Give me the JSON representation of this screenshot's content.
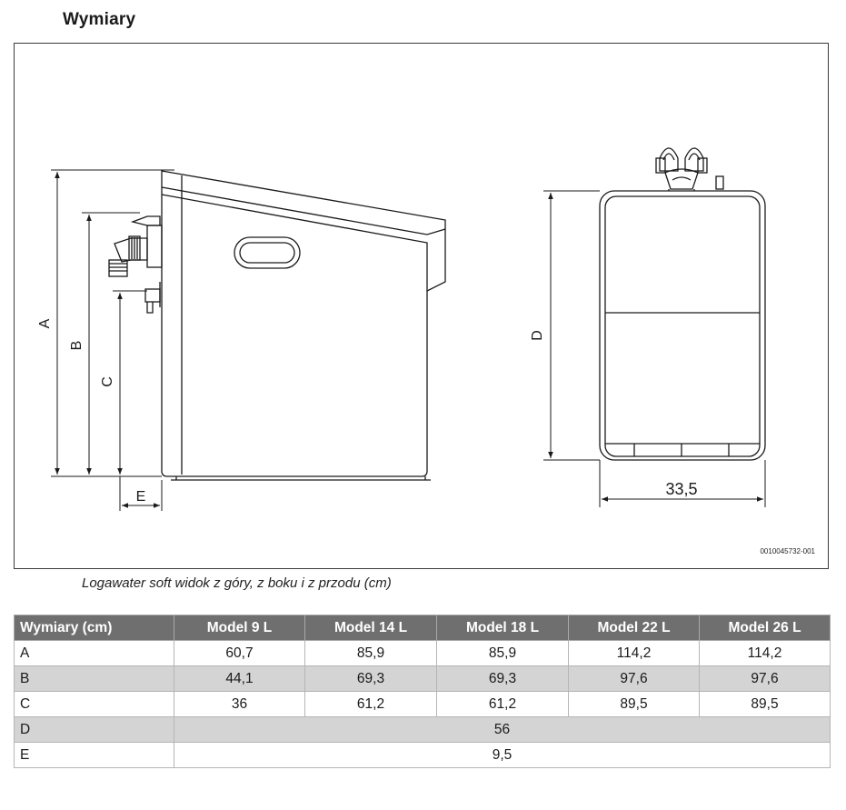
{
  "page": {
    "title": "Wymiary",
    "caption": "Logawater soft widok z góry, z boku i z przodu (cm)",
    "figure_code": "0010045732-001"
  },
  "drawing": {
    "labels": {
      "a": "A",
      "b": "B",
      "c": "C",
      "d": "D",
      "e": "E",
      "width": "33,5"
    }
  },
  "table": {
    "headers": [
      "Wymiary (cm)",
      "Model 9 L",
      "Model 14 L",
      "Model 18 L",
      "Model 22 L",
      "Model 26 L"
    ],
    "rows": [
      {
        "label": "A",
        "values": [
          "60,7",
          "85,9",
          "85,9",
          "114,2",
          "114,2"
        ]
      },
      {
        "label": "B",
        "values": [
          "44,1",
          "69,3",
          "69,3",
          "97,6",
          "97,6"
        ]
      },
      {
        "label": "C",
        "values": [
          "36",
          "61,2",
          "61,2",
          "89,5",
          "89,5"
        ]
      },
      {
        "label": "D",
        "merged": "56"
      },
      {
        "label": "E",
        "merged": "9,5"
      }
    ]
  },
  "colors": {
    "header_bg": "#6f6f6f",
    "shade_row": "#d4d4d4"
  }
}
